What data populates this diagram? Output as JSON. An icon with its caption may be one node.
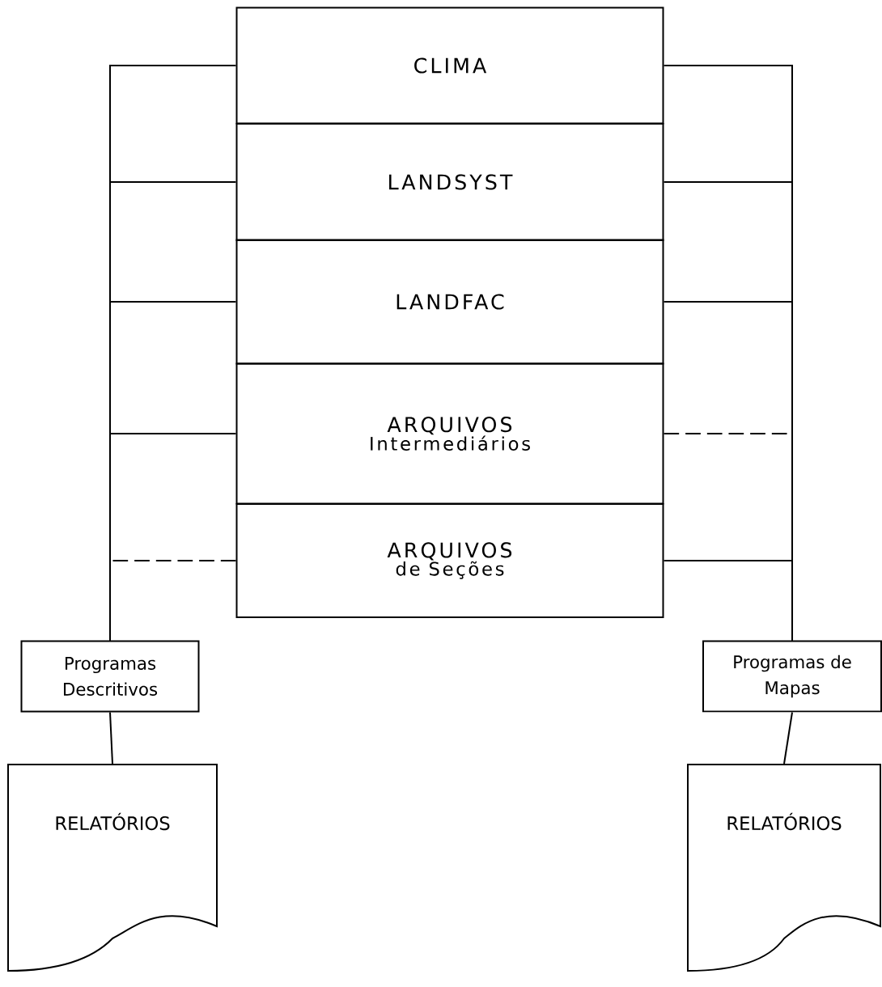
{
  "diagram": {
    "nodes": [
      {
        "text": [
          "CLIMA"
        ]
      },
      {
        "text": [
          "LANDSYST"
        ]
      },
      {
        "text": [
          "LANDFAC"
        ]
      },
      {
        "text": [
          "ARQUIVOS",
          "Intermediários"
        ]
      },
      {
        "text": [
          "ARQUIVOS",
          "de Seções"
        ]
      },
      {
        "text": [
          "Programas Descritivos"
        ]
      },
      {
        "text": [
          "Programas de Mapas"
        ]
      },
      {
        "text": [
          "RELATÓRIOS"
        ]
      },
      {
        "text": [
          "RELATÓRIOS"
        ]
      }
    ],
    "edges": [
      {
        "from": 0,
        "to": 5,
        "arrow": "none"
      },
      {
        "from": 1,
        "to": 5,
        "arrow": "none"
      },
      {
        "from": 2,
        "to": 5,
        "arrow": "none"
      },
      {
        "from": 3,
        "to": 5,
        "arrow": "none"
      },
      {
        "from": 4,
        "to": 5,
        "arrow": "none",
        "style": "dashed"
      },
      {
        "from": 0,
        "to": 6,
        "arrow": "none"
      },
      {
        "from": 1,
        "to": 6,
        "arrow": "none"
      },
      {
        "from": 2,
        "to": 6,
        "arrow": "none"
      },
      {
        "from": 3,
        "to": 6,
        "arrow": "none",
        "style": "dashed"
      },
      {
        "from": 4,
        "to": 6,
        "arrow": "none"
      },
      {
        "from": 5,
        "to": 7,
        "arrow": "none"
      },
      {
        "from": 6,
        "to": 8,
        "arrow": "none"
      }
    ]
  }
}
